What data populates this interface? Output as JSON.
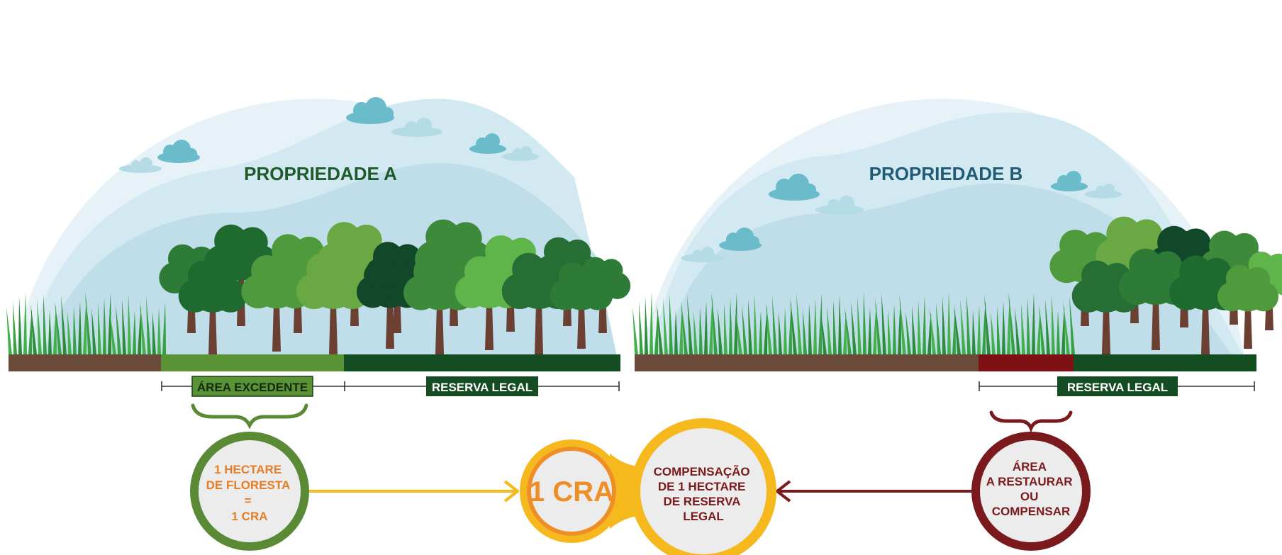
{
  "property_a": {
    "title": "PROPRIEDADE A",
    "label_surplus": "ÁREA EXCEDENTE",
    "label_reserve": "RESERVA LEGAL",
    "circle_lines": [
      "1 HECTARE",
      "DE FLORESTA",
      "=",
      "1 CRA"
    ]
  },
  "property_b": {
    "title": "PROPRIEDADE B",
    "label_reserve": "RESERVA LEGAL",
    "circle_lines": [
      "ÁREA",
      "A RESTAURAR",
      "OU",
      "COMPENSAR"
    ]
  },
  "center": {
    "cra_label": "1 CRA",
    "compensation_lines": [
      "COMPENSAÇÃO",
      "DE 1 HECTARE",
      "DE RESERVA",
      "LEGAL"
    ]
  },
  "colors": {
    "sky_light": "#e6f2f8",
    "sky_mid": "#cfe6f0",
    "sky_dark": "#b9dbe8",
    "cloud": "#6bbccb",
    "cloud_light": "#b4dbe6",
    "grass": "#3fa645",
    "soil": "#6b4a3a",
    "surplus_green": "#5a9236",
    "reserve_green": "#134d21",
    "restore_red": "#7d1114",
    "title_a": "#1e5a2c",
    "title_b": "#1f5b74",
    "orange_text": "#e57e26",
    "yellow": "#f6b91d",
    "orange_ring": "#ee8f26",
    "dark_red": "#7a1a1c",
    "circle_fill": "#ececec"
  }
}
